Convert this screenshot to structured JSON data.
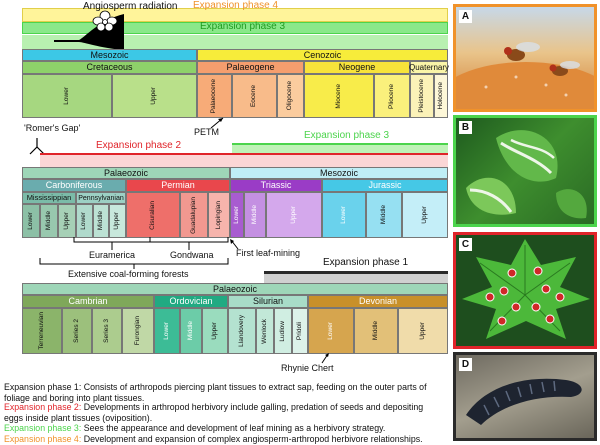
{
  "top": {
    "angiosperm_radiation": "Angiosperm radiation",
    "phase4": "Expansion phase 4",
    "phase3": "Expansion phase 3",
    "mesozoic": "Mesozoic",
    "cenozoic": "Cenozoic",
    "cretaceous": "Cretaceous",
    "palaeogene": "Palaeogene",
    "neogene": "Neogene",
    "quaternary": "Quaternary",
    "lower": "Lower",
    "upper": "Upper",
    "palaeocene": "Palaeocene",
    "eocene": "Eocene",
    "oligocene": "Oligocene",
    "miocene": "Miocene",
    "pliocene": "Pliocene",
    "pleistocene": "Pleistocene",
    "holocene": "Holocene",
    "petm": "PETM"
  },
  "middle": {
    "romers_gap": "'Romer's Gap'",
    "phase2": "Expansion phase 2",
    "phase3": "Expansion phase 3",
    "palaeozoic": "Palaeozoic",
    "mesozoic": "Mesozoic",
    "carboniferous": "Carboniferous",
    "permian": "Permian",
    "triassic": "Triassic",
    "jurassic": "Jurassic",
    "mississippian": "Mississippian",
    "pennsylvanian": "Pennsylvanian",
    "lower": "Lower",
    "middle": "Middle",
    "upper": "Upper",
    "cisuralian": "Cisuralian",
    "guadalupian": "Guadalupian",
    "lopingian": "Lopingian",
    "euramerica": "Euramerica",
    "gondwana": "Gondwana",
    "first_leaf_mining": "First leaf-mining",
    "coal_forests": "Extensive coal-forming forests"
  },
  "bottom": {
    "phase1": "Expansion phase 1",
    "palaeozoic": "Palaeozoic",
    "cambrian": "Cambrian",
    "ordovician": "Ordovician",
    "silurian": "Silurian",
    "devonian": "Devonian",
    "terreneuvian": "Terreneuvian",
    "series2": "Series 2",
    "series3": "Series 3",
    "furongian": "Furongian",
    "lower": "Lower",
    "middle": "Middle",
    "upper": "Upper",
    "llandovery": "Llandovery",
    "wenlock": "Wenlock",
    "ludlow": "Ludlow",
    "pridoli": "Pridoli",
    "rhynie_chert": "Rhynie Chert"
  },
  "panels": {
    "a": "A",
    "b": "B",
    "c": "C",
    "d": "D"
  },
  "caption": {
    "p1_label": "Expansion phase 1:",
    "p1_text": " Consists of arthropods piercing plant tissues to extract sap, feeding on the outer parts of foliage and boring into plant tissues.",
    "p2_label": "Expansion phase 2:",
    "p2_text": " Developments in arthropod herbivory include galling, predation of seeds and depositing eggs inside plant tissues (oviposition).",
    "p3_label": "Expansion phase 3:",
    "p3_text": " Sees the appearance and development of leaf mining as a herbivory strategy.",
    "p4_label": "Expansion phase 4:",
    "p4_text": " Development and expansion of complex angiosperm-arthropod herbivore relationships."
  },
  "colors": {
    "phase1": "#2a2a2a",
    "phase2": "#e0242a",
    "phase3": "#4cd44c",
    "phase4": "#f0922a"
  }
}
